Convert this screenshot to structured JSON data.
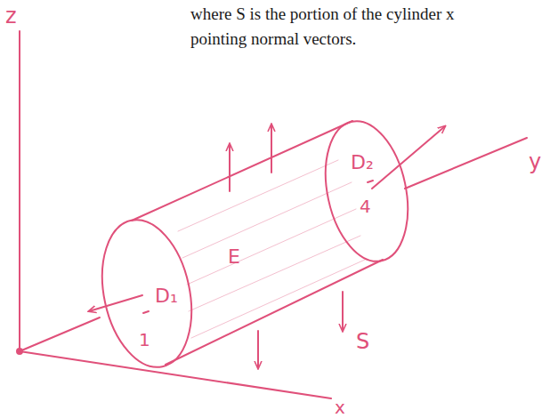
{
  "diagram": {
    "labels": [
      "where S is the portion of the cylinder x",
      "pointing normal vectors.",
      "z",
      "y",
      "x",
      "D₁",
      "E",
      "D₂",
      "1",
      "4",
      "S"
    ]
  }
}
